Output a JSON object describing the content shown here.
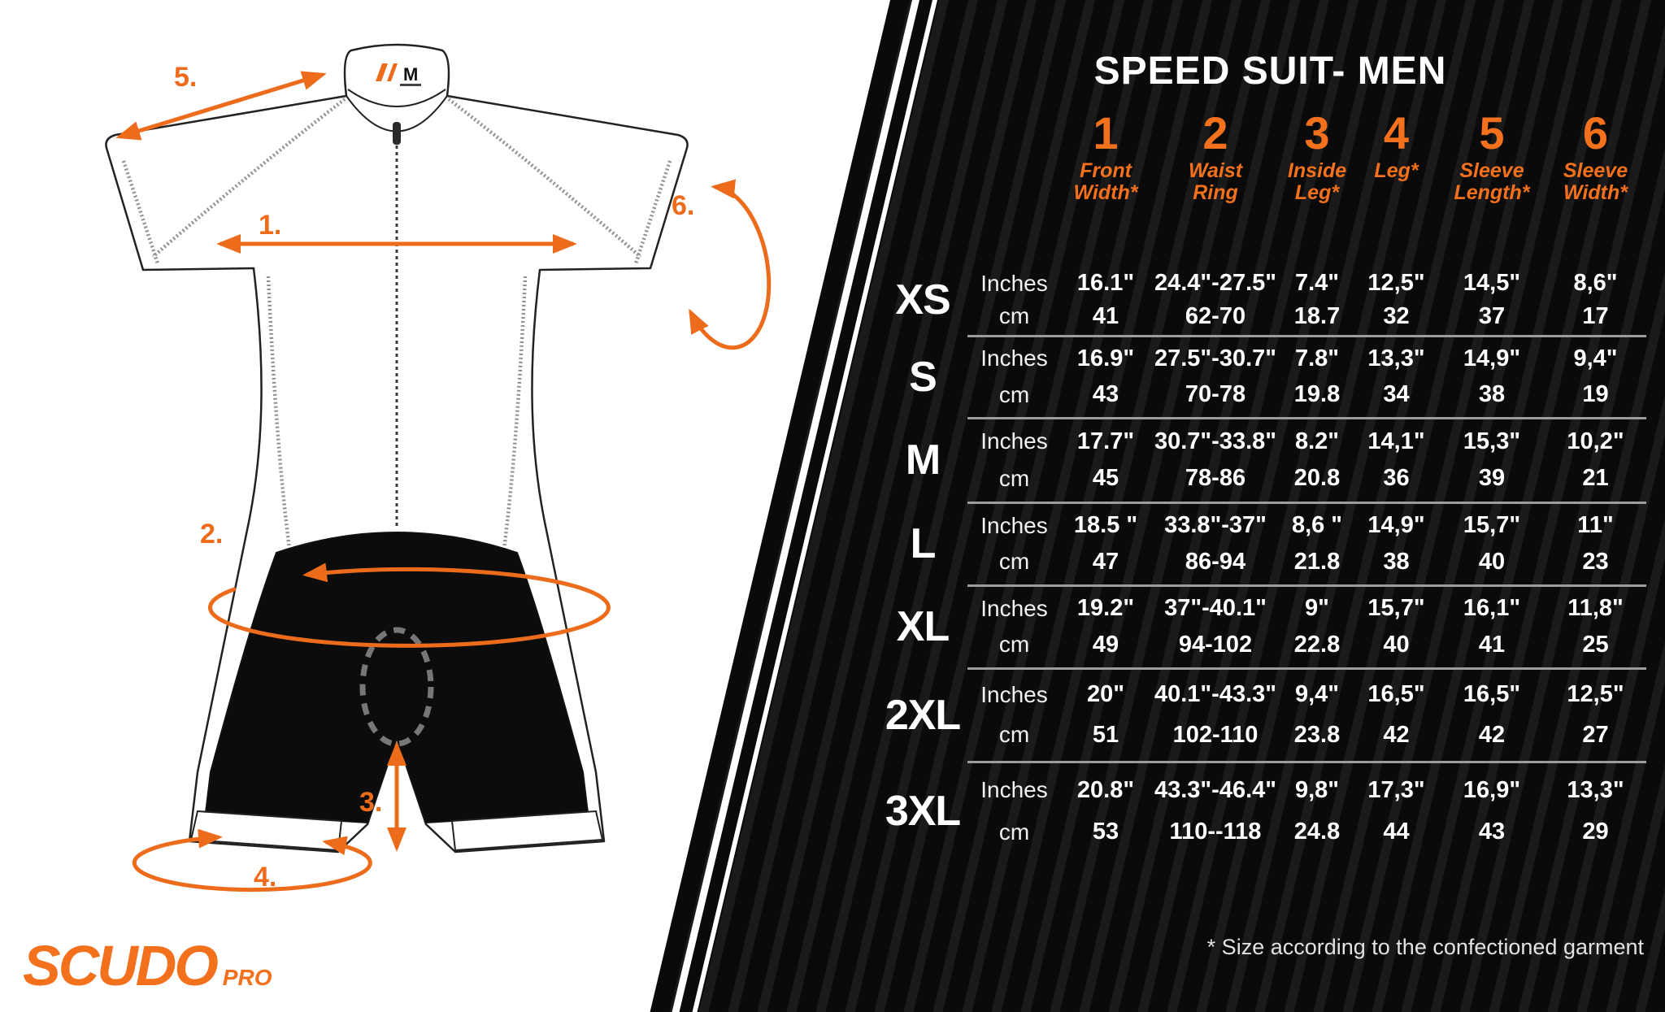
{
  "accent_color": "#f3701d",
  "diagram": {
    "labels": [
      "1.",
      "2.",
      "3.",
      "4.",
      "5.",
      "6."
    ],
    "collar_size": "M"
  },
  "brand": {
    "name": "SCUDO",
    "suffix": "PRO"
  },
  "table": {
    "title": "SPEED SUIT- MEN",
    "units": [
      "Inches",
      "cm"
    ],
    "columns": [
      {
        "num": "1",
        "lines": [
          "Front",
          "Width*"
        ]
      },
      {
        "num": "2",
        "lines": [
          "Waist",
          "Ring"
        ]
      },
      {
        "num": "3",
        "lines": [
          "Inside",
          "Leg*"
        ]
      },
      {
        "num": "4",
        "lines": [
          "Leg*"
        ]
      },
      {
        "num": "5",
        "lines": [
          "Sleeve",
          "Length*"
        ]
      },
      {
        "num": "6",
        "lines": [
          "Sleeve",
          "Width*"
        ]
      }
    ],
    "rows": [
      {
        "size": "XS",
        "inches": [
          "16.1\"",
          "24.4\"-27.5\"",
          "7.4\"",
          "12,5\"",
          "14,5\"",
          "8,6\""
        ],
        "cm": [
          "41",
          "62-70",
          "18.7",
          "32",
          "37",
          "17"
        ]
      },
      {
        "size": "S",
        "inches": [
          "16.9\"",
          "27.5\"-30.7\"",
          "7.8\"",
          "13,3\"",
          "14,9\"",
          "9,4\""
        ],
        "cm": [
          "43",
          "70-78",
          "19.8",
          "34",
          "38",
          "19"
        ]
      },
      {
        "size": "M",
        "inches": [
          "17.7\"",
          "30.7\"-33.8\"",
          "8.2\"",
          "14,1\"",
          "15,3\"",
          "10,2\""
        ],
        "cm": [
          "45",
          "78-86",
          "20.8",
          "36",
          "39",
          "21"
        ]
      },
      {
        "size": "L",
        "inches": [
          "18.5 \"",
          "33.8\"-37\"",
          "8,6 \"",
          "14,9\"",
          "15,7\"",
          "11\""
        ],
        "cm": [
          "47",
          "86-94",
          "21.8",
          "38",
          "40",
          "23"
        ]
      },
      {
        "size": "XL",
        "inches": [
          "19.2\"",
          "37\"-40.1\"",
          "9\"",
          "15,7\"",
          "16,1\"",
          "11,8\""
        ],
        "cm": [
          "49",
          "94-102",
          "22.8",
          "40",
          "41",
          "25"
        ]
      },
      {
        "size": "2XL",
        "inches": [
          "20\"",
          "40.1\"-43.3\"",
          "9,4\"",
          "16,5\"",
          "16,5\"",
          "12,5\""
        ],
        "cm": [
          "51",
          "102-110",
          "23.8",
          "42",
          "42",
          "27"
        ]
      },
      {
        "size": "3XL",
        "inches": [
          "20.8\"",
          "43.3\"-46.4\"",
          "9,8\"",
          "17,3\"",
          "16,9\"",
          "13,3\""
        ],
        "cm": [
          "53",
          "110--118",
          "24.8",
          "44",
          "43",
          "29"
        ]
      }
    ],
    "footnote": "* Size according to the confectioned garment"
  }
}
